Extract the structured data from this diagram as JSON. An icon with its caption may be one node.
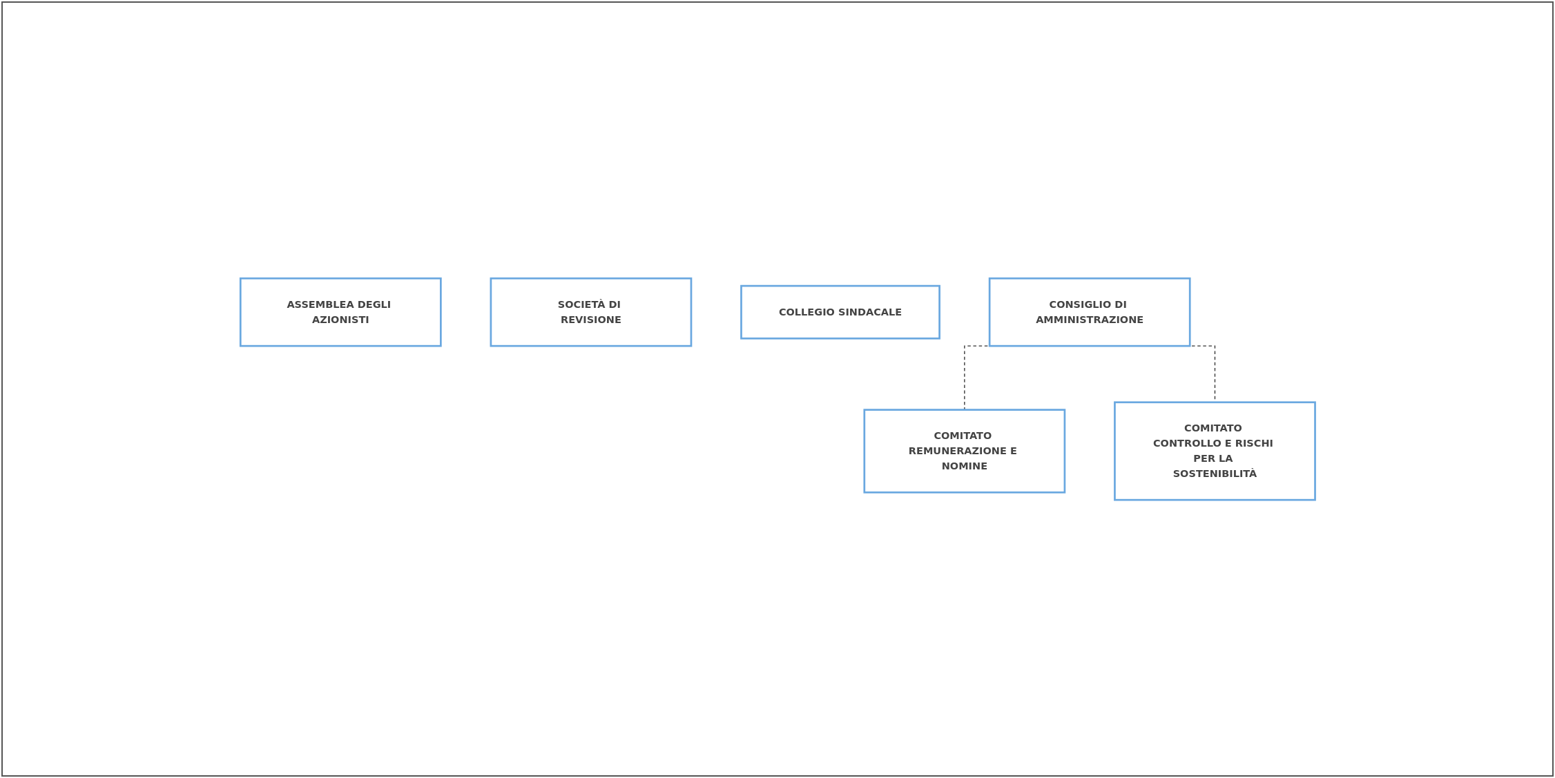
{
  "diagram": {
    "nodes": [
      {
        "text": [
          "ASSEMBLEA DEGLI AZIONISTI"
        ]
      },
      {
        "text": [
          "SOCIETÀ DI REVISIONE"
        ]
      },
      {
        "text": [
          "COLLEGIO SINDACALE"
        ]
      },
      {
        "text": [
          "CONSIGLIO DI AMMINISTRAZIONE"
        ]
      },
      {
        "text": [
          "COMITATO REMUNERAZIONE E NOMINE"
        ]
      },
      {
        "text": [
          "COMITATO CONTROLLO E RISCHI PER LA SOSTENIBILITÀ"
        ]
      }
    ],
    "edges": [
      {
        "from": 3,
        "to": 4,
        "arrow": "none",
        "style": "dashed"
      },
      {
        "from": 3,
        "to": 5,
        "arrow": "none",
        "style": "dashed"
      }
    ]
  }
}
